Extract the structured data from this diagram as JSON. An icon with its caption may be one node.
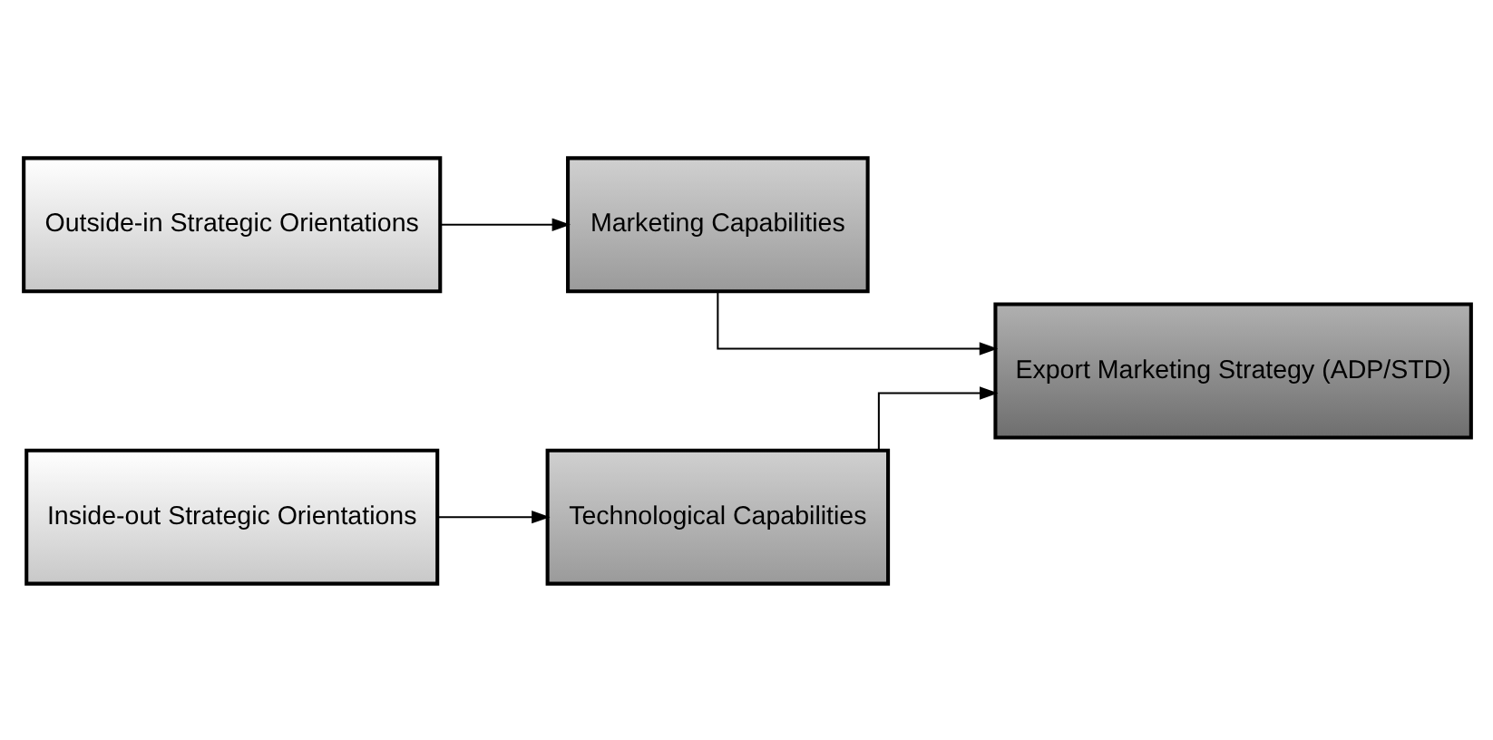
{
  "diagram": {
    "nodes": [
      {
        "text": [
          "Outside-in Strategic Orientations"
        ]
      },
      {
        "text": [
          "Marketing Capabilities"
        ]
      },
      {
        "text": [
          "Export Marketing Strategy (ADP/STD)"
        ]
      },
      {
        "text": [
          "Inside-out Strategic Orientations"
        ]
      },
      {
        "text": [
          "Technological Capabilities"
        ]
      }
    ],
    "edges": [
      {
        "from": 0,
        "to": 1,
        "arrow": "to"
      },
      {
        "from": 1,
        "to": 2,
        "arrow": "to"
      },
      {
        "from": 3,
        "to": 4,
        "arrow": "to"
      },
      {
        "from": 4,
        "to": 2,
        "arrow": "to"
      }
    ]
  }
}
